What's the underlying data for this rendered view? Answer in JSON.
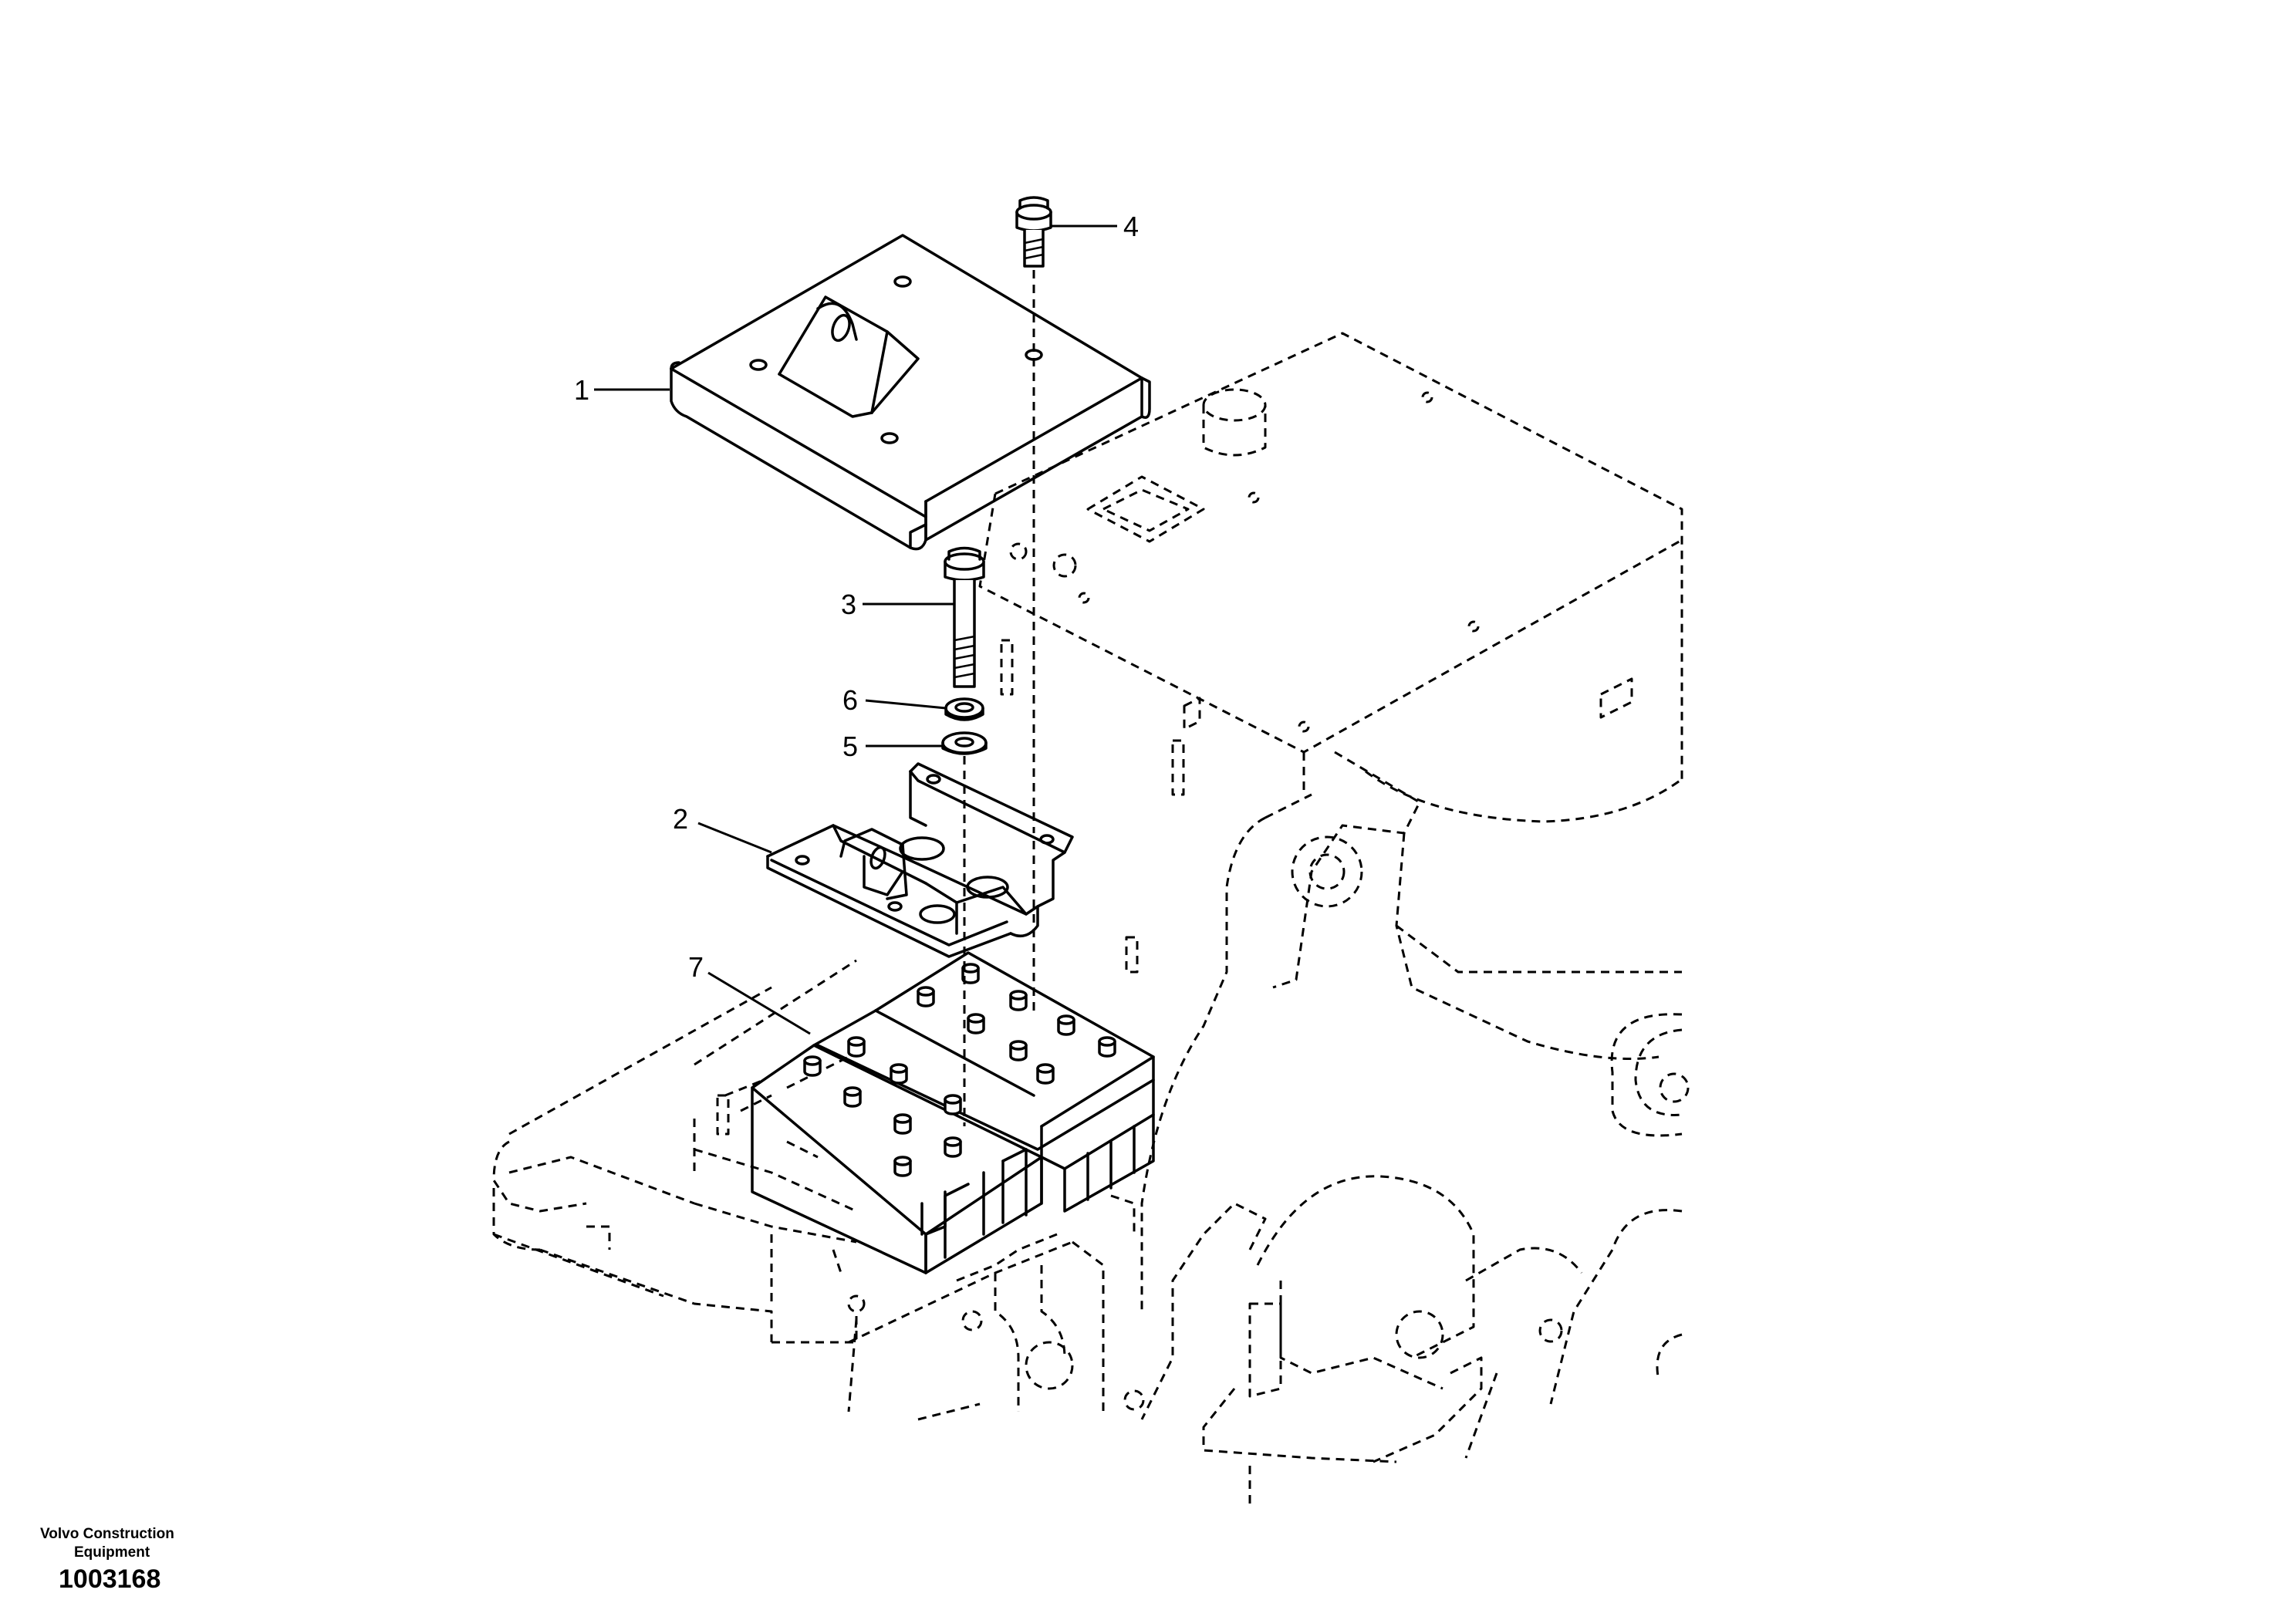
{
  "callouts": [
    {
      "number": "1",
      "part": "cover"
    },
    {
      "number": "2",
      "part": "battery-holder"
    },
    {
      "number": "3",
      "part": "bolt"
    },
    {
      "number": "4",
      "part": "screw"
    },
    {
      "number": "5",
      "part": "washer"
    },
    {
      "number": "6",
      "part": "lock-washer"
    },
    {
      "number": "7",
      "part": "battery"
    }
  ],
  "footer": {
    "brand_line_1": "Volvo Construction",
    "brand_line_2": "Equipment",
    "drawing_number": "1003168"
  }
}
